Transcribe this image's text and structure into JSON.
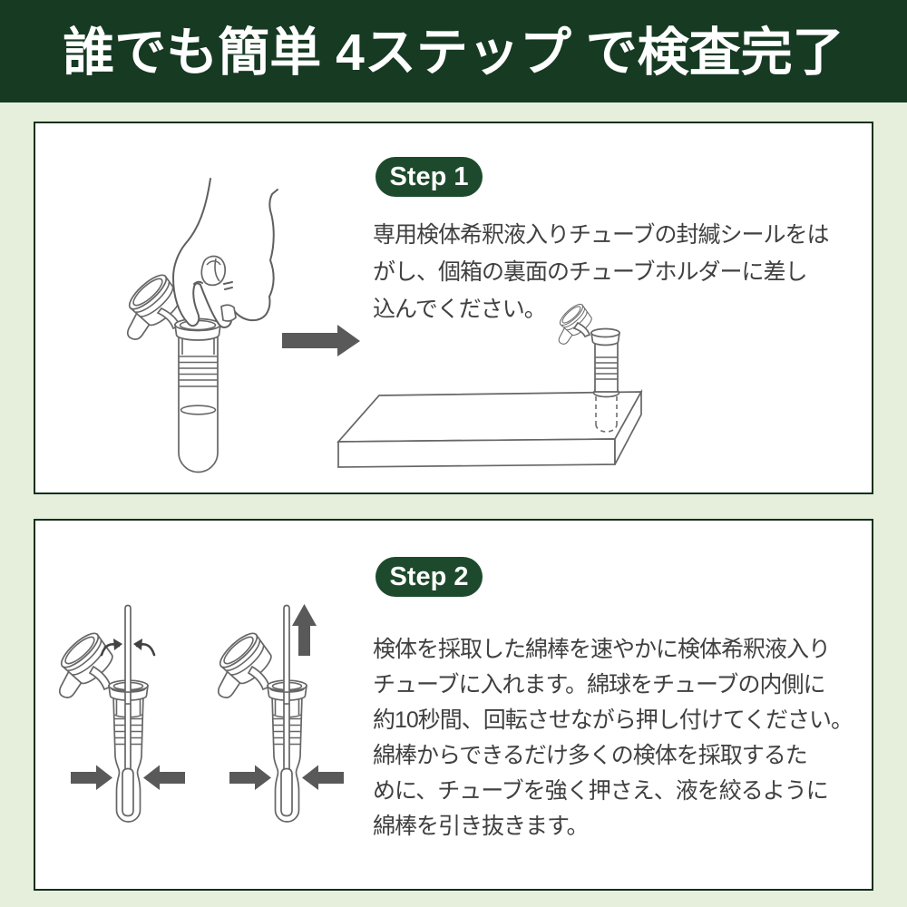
{
  "title": "誰でも簡単 4ステップ で検査完了",
  "steps": [
    {
      "label": "Step 1",
      "text": "専用検体希釈液入りチューブの封緘シールをは\nがし、個箱の裏面のチューブホルダーに差し\n込んでください。",
      "illustrations": [
        "hand-holding-open-dropper-tube",
        "arrow-right",
        "box-back-tube-holder-with-tube"
      ]
    },
    {
      "label": "Step 2",
      "text": "検体を採取した綿棒を速やかに検体希釈液入り\nチューブに入れます。綿球をチューブの内側に\n約10秒間、回転させながら押し付けてください。\n綿棒からできるだけ多くの検体を採取するた\nめに、チューブを強く押さえ、液を絞るように\n綿棒を引き抜きます。",
      "illustrations": [
        "swab-rotating-in-tube-squeeze",
        "swab-pull-out-of-tube-squeeze"
      ]
    }
  ],
  "colors": {
    "banner_bg": "#163A22",
    "badge_bg": "#1D4A2C",
    "page_bg": "#E5EFDB",
    "panel_bg": "#FFFFFF",
    "panel_border": "#11301C",
    "title_text": "#FFFFFF",
    "body_text": "#404040",
    "line_art": "#666666",
    "arrow_fill": "#595959"
  }
}
